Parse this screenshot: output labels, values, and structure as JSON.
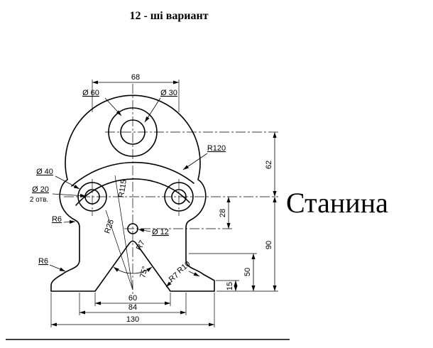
{
  "title": "12 - ші  вариант",
  "part_name": "Станина",
  "ink_color": "#000000",
  "labels": {
    "dim68": "68",
    "d60": "Ø 60",
    "d30": "Ø 30",
    "r120": "R120",
    "d40": "Ø 40",
    "d20": "Ø 20",
    "holes": "2 отв.",
    "r6_top": "R6",
    "r115": "R115",
    "r25": "R25",
    "d12": "Ø 12",
    "r7_apex": "R7",
    "angle75": "75°",
    "r7_foot": "R7",
    "r10": "R10",
    "r6_foot": "R6",
    "dim60": "60",
    "dim84": "84",
    "dim130": "130",
    "dim62": "62",
    "dim28": "28",
    "dim90": "90",
    "dim50": "50",
    "dim15": "15"
  }
}
